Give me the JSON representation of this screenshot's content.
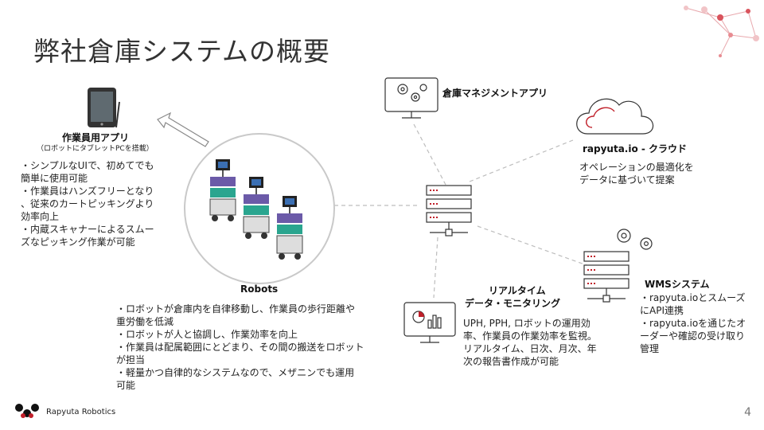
{
  "slide": {
    "title": "弊社倉庫システムの概要",
    "page_number": "4"
  },
  "tablet_app": {
    "title": "作業員用アプリ",
    "subtitle": "（ロボットにタブレットPCを搭載）",
    "bullets": [
      "・シンプルなUIで、初めてでも",
      "簡単に使用可能",
      "・作業員はハンズフリーとなり",
      "、従来のカートピッキングより",
      "効率向上",
      "・内蔵スキャナーによるスムー",
      "ズなピッキング作業が可能"
    ]
  },
  "robots": {
    "label": "Robots",
    "bullets": [
      "・ロボットが倉庫内を自律移動し、作業員の歩行距離や",
      "重労働を低減",
      "・ロボットが人と協調し、作業効率を向上",
      "・作業員は配属範囲にとどまり、その間の搬送をロボット",
      "が担当",
      "・軽量かつ自律的なシステムなので、メザニンでも運用",
      "可能"
    ]
  },
  "wms_app": {
    "title": "倉庫マネジメントアプリ"
  },
  "cloud": {
    "title": "rapyuta.io - クラウド",
    "desc": [
      "オペレーションの最適化を",
      "データに基づいて提案"
    ]
  },
  "monitoring": {
    "title_line1": "リアルタイム",
    "title_line2": "データ・モニタリング",
    "desc": [
      "UPH, PPH, ロボットの運用効",
      "率、作業員の作業効率を監視。",
      "リアルタイム、日次、月次、年",
      "次の報告書作成が可能"
    ]
  },
  "wms_system": {
    "title": "WMSシステム",
    "bullets": [
      "・rapyuta.ioとスムーズ",
      "にAPI連携",
      "・rapyuta.ioを通じたオ",
      "ーダーや確認の受け取り",
      "管理"
    ]
  },
  "brand": {
    "name": "Rapyuta Robotics"
  },
  "colors": {
    "accent": "#c0202a",
    "line": "#bbbbbb",
    "robot_teal": "#2aa58f",
    "robot_purple": "#6b5aa8"
  }
}
